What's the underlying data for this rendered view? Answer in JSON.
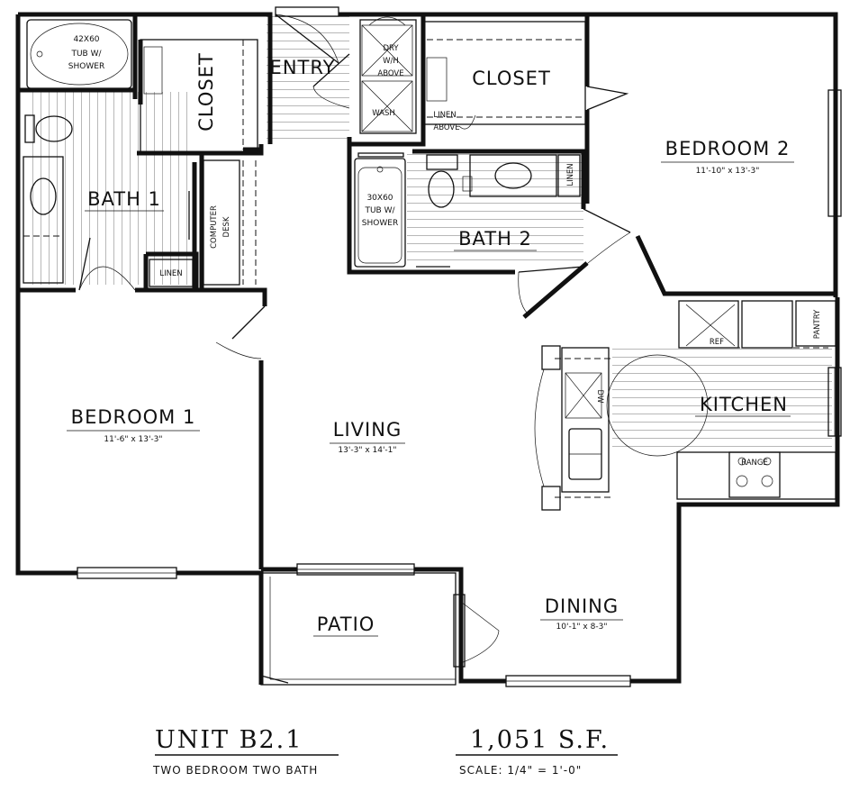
{
  "rooms": {
    "bedroom1": {
      "name": "BEDROOM 1",
      "dims": "11'-6\" x 13'-3\""
    },
    "bedroom2": {
      "name": "BEDROOM 2",
      "dims": "11'-10\" x 13'-3\""
    },
    "living": {
      "name": "LIVING",
      "dims": "13'-3\" x 14'-1\""
    },
    "dining": {
      "name": "DINING",
      "dims": "10'-1\" x 8-3\""
    },
    "kitchen": {
      "name": "KITCHEN"
    },
    "bath1": {
      "name": "BATH 1"
    },
    "bath2": {
      "name": "BATH 2"
    },
    "closet1": {
      "name": "CLOSET"
    },
    "closet2": {
      "name": "CLOSET"
    },
    "entry": {
      "name": "ENTRY"
    },
    "patio": {
      "name": "PATIO"
    }
  },
  "fixtures": {
    "tub1": [
      "42X60",
      "TUB W/",
      "SHOWER"
    ],
    "tub2": [
      "30X60",
      "TUB W/",
      "SHOWER"
    ],
    "dry": [
      "DRY",
      "W/H",
      "ABOVE"
    ],
    "wash": "WASH",
    "linen_above": [
      "LINEN",
      "ABOVE"
    ],
    "linen1": "LINEN",
    "linen2": "LINEN",
    "computer_desk": [
      "COMPUTER",
      "DESK"
    ],
    "ref": "REF",
    "pantry": "PANTRY",
    "dw": "DW",
    "range": "RANGE"
  },
  "footer": {
    "unit": "UNIT B2.1",
    "area": "1,051 S.F.",
    "description": "TWO BEDROOM TWO BATH",
    "scale": "SCALE: 1/4\" = 1'-0\""
  }
}
